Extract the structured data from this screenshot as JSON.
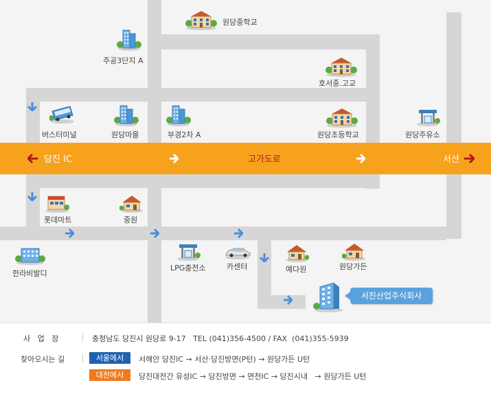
{
  "map": {
    "highway": {
      "left": "당진 IC",
      "center": "고가도로",
      "right": "서산"
    },
    "landmarks": [
      {
        "id": "wondang-middle-school",
        "label": "원당중학교",
        "icon": "school-icon"
      },
      {
        "id": "jugong3",
        "label": "주공3단지 A",
        "icon": "apartment-icon"
      },
      {
        "id": "hoseo-school",
        "label": "호서중.고교",
        "icon": "school-icon"
      },
      {
        "id": "bus-terminal",
        "label": "버스터미널",
        "icon": "bus-icon"
      },
      {
        "id": "wondang-village",
        "label": "원당마을",
        "icon": "apartment-icon"
      },
      {
        "id": "bugyeong2",
        "label": "부경2차 A",
        "icon": "apartment-icon"
      },
      {
        "id": "wondang-elementary",
        "label": "원당초등학교",
        "icon": "school-icon"
      },
      {
        "id": "wondang-gas",
        "label": "원당주유소",
        "icon": "gas-station-icon"
      },
      {
        "id": "lotte-mart",
        "label": "롯데마트",
        "icon": "mart-icon"
      },
      {
        "id": "jungwon",
        "label": "중원",
        "icon": "house-icon"
      },
      {
        "id": "halla-villa",
        "label": "한라비발디",
        "icon": "apartment-icon"
      },
      {
        "id": "lpg-station",
        "label": "LPG충전소",
        "icon": "gas-station-icon"
      },
      {
        "id": "car-center",
        "label": "카센터",
        "icon": "car-icon"
      },
      {
        "id": "yedawon",
        "label": "예다원",
        "icon": "house-icon"
      },
      {
        "id": "wondang-garden",
        "label": "원당가든",
        "icon": "house-icon"
      }
    ],
    "destination": "서진산업주식회사",
    "colors": {
      "highway": "#f7a21c",
      "road": "#d6d6d6",
      "arrow": "#4b8fd6",
      "destination": "#5aa2dd"
    }
  },
  "info": {
    "address_label": "사   업   장",
    "address": "충청남도 당진시 원당로 9-17   TEL (041)356-4500 / FAX  (041)355-5939",
    "directions_label": "찾아오시는 길",
    "routes": [
      {
        "badge": "서울에서",
        "text": "서해안 당진IC → 서산·당진방면(P턴) → 원당가든 U턴",
        "color": "#1d62b0"
      },
      {
        "badge": "대전에서",
        "text": "당진대전간 유성IC → 당진방면 → 면천IC → 당진시내   → 원당가든 U턴",
        "color": "#f07b1e"
      }
    ]
  }
}
